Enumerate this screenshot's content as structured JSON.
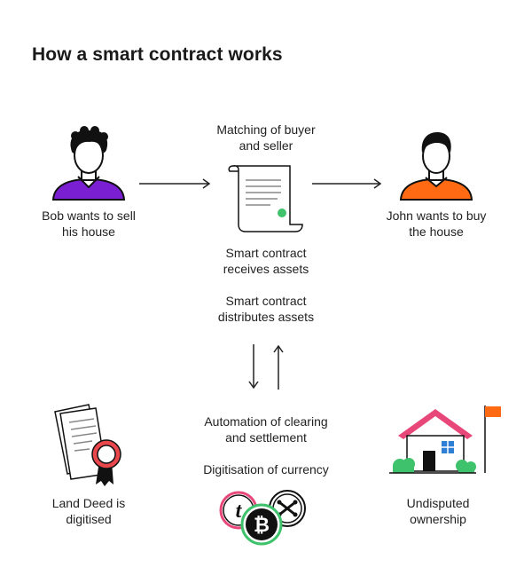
{
  "title": "How a smart contract works",
  "captions": {
    "matching": "Matching of buyer\nand seller",
    "bob": "Bob wants to sell\nhis house",
    "john": "John wants to buy\nthe house",
    "receives": "Smart contract\nreceives assets",
    "distributes": "Smart contract\ndistributes assets",
    "automation": "Automation of clearing\nand settlement",
    "digitisation": "Digitisation of currency",
    "land_deed": "Land Deed is\ndigitised",
    "ownership": "Undisputed\nownership"
  },
  "coin_symbols": {
    "tezos": "t",
    "bitcoin": "₿"
  },
  "colors": {
    "bob_shirt": "#7a1fd1",
    "john_shirt": "#ff6a13",
    "roof": "#e8477a",
    "flag": "#ff6a13",
    "bush": "#3ec26b",
    "window": "#2f7fd6",
    "seal": "#e8474b",
    "contract_dot": "#3ec26b"
  },
  "icons": [
    "bob-person-icon",
    "john-person-icon",
    "contract-scroll-icon",
    "land-deed-icon",
    "house-icon",
    "crypto-coins-icon",
    "arrow-right-icon",
    "arrow-down-icon",
    "arrow-up-icon"
  ]
}
